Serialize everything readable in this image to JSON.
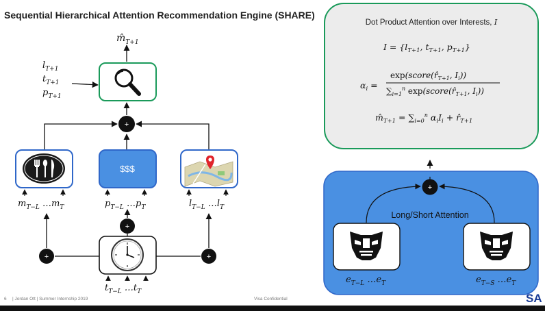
{
  "slide_title": "Sequential Hierarchical Attention Recommendation Engine (SHARE)",
  "left_diagram": {
    "output_label": "m̂_{T+1}",
    "context_labels": [
      "l_{T+1}",
      "t_{T+1}",
      "p_{T+1}"
    ],
    "price_label": "$$$",
    "merchant_seq": "m_{T−L} …m_T",
    "price_seq": "p_{T−L} …p_T",
    "location_seq": "l_{T−L} …l_T",
    "time_seq": "t_{T−L} …t_T",
    "combine_symbol": "+",
    "icons": [
      "dining-plate-icon",
      "magnifying-glass-icon",
      "map-pin-icon",
      "clock-icon"
    ]
  },
  "attention_panel": {
    "title": "Dot Product Attention over Interests, I",
    "eq1": "I = {l_{T+1}, t_{T+1}, p_{T+1}}",
    "eq2_lhs": "α_i =",
    "eq2_num": "exp(score(r̂_{T+1}, I_i))",
    "eq2_den": "∑_{i=1}^{n} exp(score(r̂_{T+1}, I_i))",
    "eq3": "m̂_{T+1} = ∑_{i=0}^{n} α_i I_i + r̂_{T+1}"
  },
  "long_short_panel": {
    "title": "Long/Short Attention",
    "combine_symbol": "+",
    "long_seq": "e_{T−L} …e_T",
    "short_seq": "e_{T−S} …e_T",
    "icons": [
      "transformer-robot-icon"
    ]
  },
  "footer": {
    "page": "6",
    "presenter": "| Jordan Ott | Summer Internship 2019",
    "confidential": "Visa Confidential",
    "brand_fragment": "SA"
  },
  "colors": {
    "green_border": "#1a9a5a",
    "blue_fill": "#4a90e2",
    "blue_border": "#2f67c9",
    "gray_panel": "#ececec",
    "node": "#111111"
  }
}
